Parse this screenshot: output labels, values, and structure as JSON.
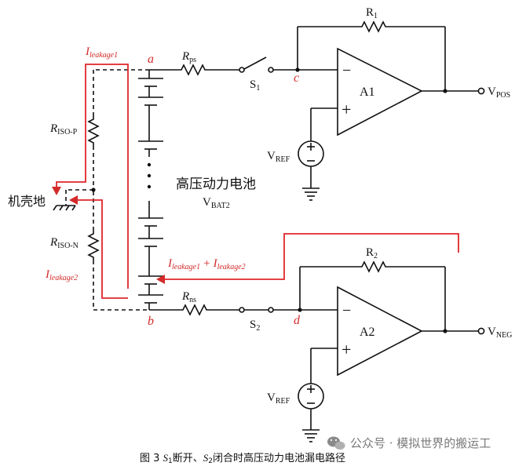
{
  "colors": {
    "ink": "#111111",
    "leakage": "#e0262a",
    "background": "#ffffff",
    "watermark": "#7a7a7a"
  },
  "labels": {
    "node_a": "a",
    "node_b": "b",
    "node_c": "c",
    "node_d": "d",
    "r_ps": "R",
    "r_ps_sub": "ps",
    "r_ns": "R",
    "r_ns_sub": "ns",
    "s1": "S",
    "s1_sub": "1",
    "s2": "S",
    "s2_sub": "2",
    "r1": "R",
    "r1_sub": "1",
    "r2": "R",
    "r2_sub": "2",
    "a1": "A1",
    "a2": "A2",
    "vpos": "V",
    "vpos_sub": "POS",
    "vneg": "V",
    "vneg_sub": "NEG",
    "vref1": "V",
    "vref1_sub": "REF",
    "vref2": "V",
    "vref2_sub": "REF",
    "battery_name": "高压动力电池",
    "vbat": "V",
    "vbat_sub": "BAT2",
    "chassis": "机壳地",
    "riso_p": "R",
    "riso_p_sub": "ISO-P",
    "riso_n": "R",
    "riso_n_sub": "ISO-N",
    "ileak1_main": "I",
    "ileak1_sub": "leakage1",
    "ileak2_main": "I",
    "ileak2_sub": "leakage2",
    "sum_i1": "I",
    "sum_i1_sub": "leakage1",
    "sum_plus": "+",
    "sum_i2": "I",
    "sum_i2_sub": "leakage2",
    "minus_sign": "−",
    "plus_sign": "+"
  },
  "watermark": "公众号 · 模拟世界的搬运工",
  "caption": {
    "prefix": "图 3 ",
    "s1": "S",
    "s1_sub": "1",
    "mid": "断开、",
    "s2": "S",
    "s2_sub": "2",
    "tail": "闭合时高压动力电池漏电路径"
  },
  "icons": [
    "chassis-ground-icon",
    "ground-icon",
    "voltage-source-icon",
    "battery-cell-icon",
    "resistor-icon",
    "switch-icon",
    "op-amp-icon",
    "output-terminal-icon",
    "wechat-logo-icon"
  ]
}
